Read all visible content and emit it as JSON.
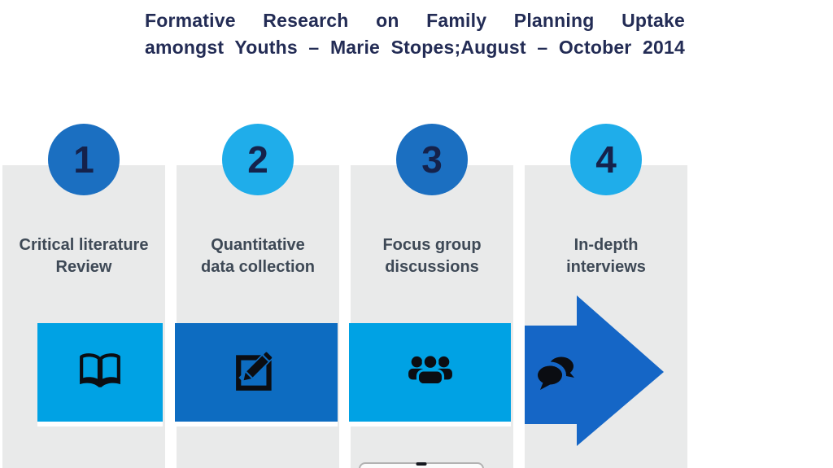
{
  "title": {
    "line1": "Formative Research on Family Planning Uptake",
    "line2": "amongst Youths – Marie Stopes;August – October 2014"
  },
  "steps": [
    {
      "number": "1",
      "label": "Critical literature Review",
      "label_lines": [
        "Critical literature",
        "Review"
      ],
      "icon": "open-book-icon",
      "circle_color": "#1b6fc1",
      "block_color": "#00a2e4"
    },
    {
      "number": "2",
      "label": "Quantitative data collection",
      "label_lines": [
        "Quantitative",
        "data collection"
      ],
      "icon": "edit-icon",
      "circle_color": "#1fadea",
      "block_color": "#0d6cc1"
    },
    {
      "number": "3",
      "label": "Focus group discussions",
      "label_lines": [
        "Focus group",
        "discussions"
      ],
      "icon": "users-icon",
      "circle_color": "#1b6fc1",
      "block_color": "#00a2e4"
    },
    {
      "number": "4",
      "label": "In-depth interviews",
      "label_lines": [
        "In-depth",
        "interviews"
      ],
      "icon": "comments-icon",
      "circle_color": "#1fadea",
      "block_color": "#1566c6",
      "block_shape": "right-arrow"
    }
  ],
  "colors": {
    "title_text": "#232c55",
    "label_text": "#3e4956",
    "panel_background": "#e9eaea",
    "number_text": "#15224b",
    "icon_black": "#0b0d12",
    "cyan": "#00a2e4",
    "light_blue": "#1fadea",
    "medium_blue": "#1b6fc1",
    "dark_blue": "#0d6cc1",
    "arrow_blue": "#1566c6"
  }
}
